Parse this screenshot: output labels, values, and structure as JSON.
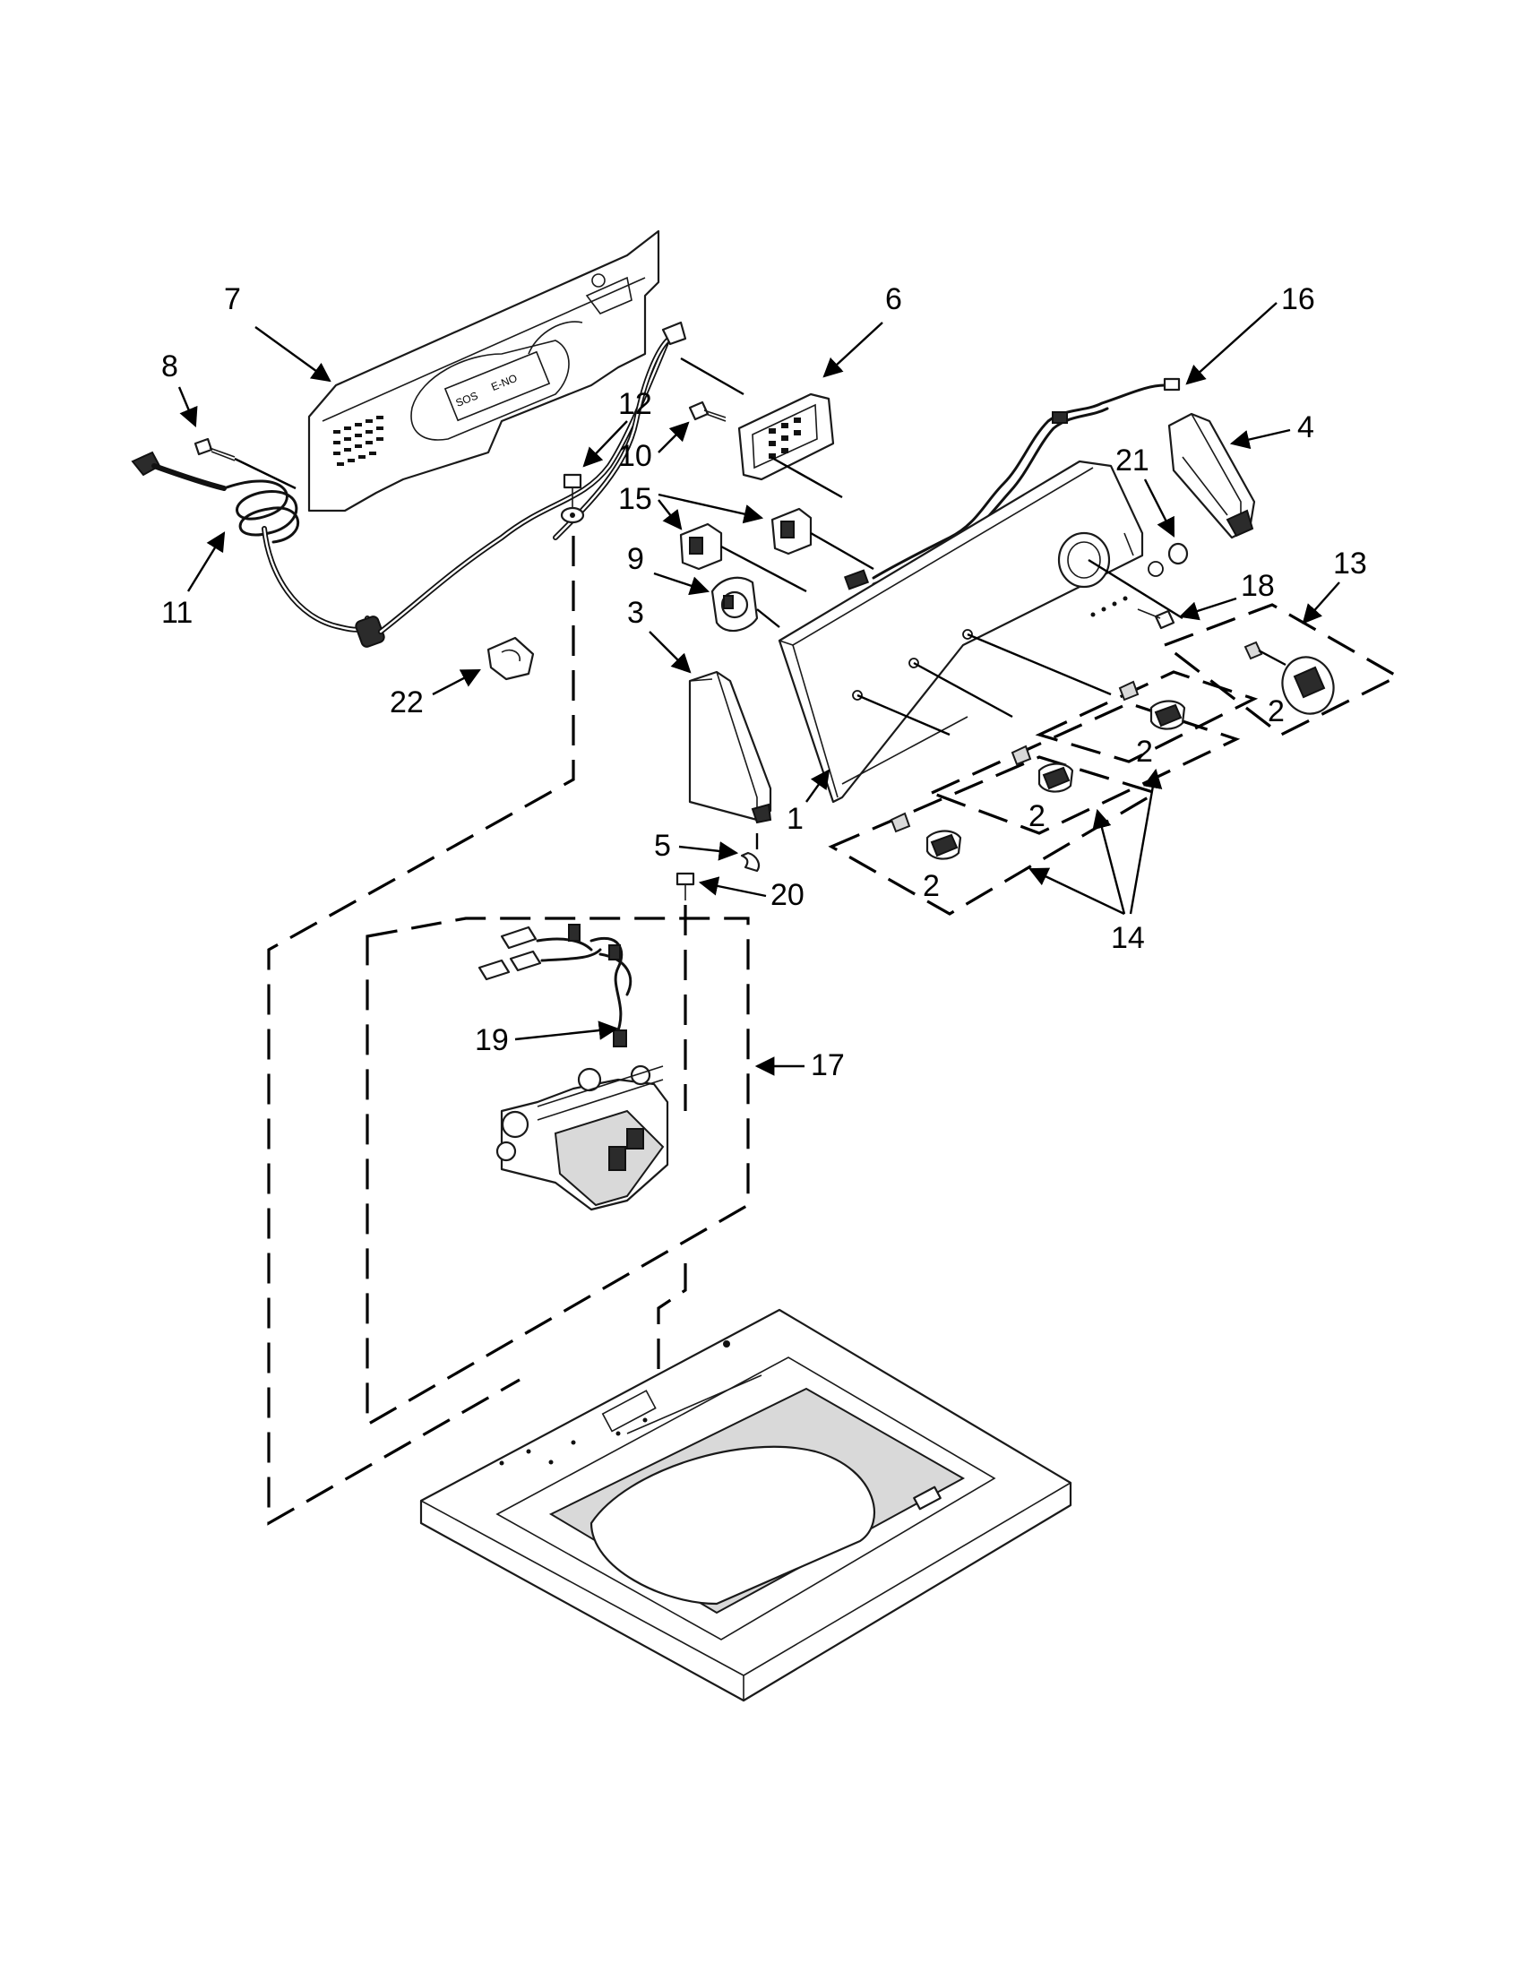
{
  "callouts": {
    "c1": "1",
    "c2a": "2",
    "c2b": "2",
    "c2c": "2",
    "c2d": "2",
    "c3": "3",
    "c4": "4",
    "c5": "5",
    "c6": "6",
    "c7": "7",
    "c8": "8",
    "c9": "9",
    "c10": "10",
    "c11": "11",
    "c12": "12",
    "c13": "13",
    "c14": "14",
    "c15": "15",
    "c16": "16",
    "c17": "17",
    "c18": "18",
    "c19": "19",
    "c20": "20",
    "c21": "21",
    "c22": "22"
  },
  "panel_markings": {
    "label_left": "SOS",
    "label_right": "E-NO"
  }
}
